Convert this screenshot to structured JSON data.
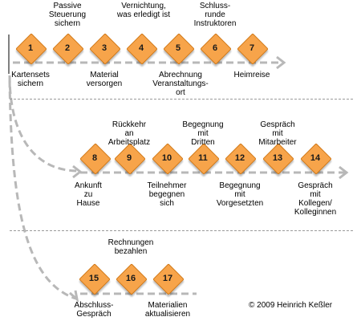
{
  "theme": {
    "diamond_fill": "#f7a44a",
    "diamond_edge": "#d17a1a",
    "arrow_color": "#b8b8b8"
  },
  "steps": [
    {
      "id": "1",
      "label": "Kartensets\nsichern"
    },
    {
      "id": "2",
      "label": "Passive\nSteuerung\nsichern"
    },
    {
      "id": "3",
      "label": "Material\nversorgen"
    },
    {
      "id": "4",
      "label": "Vernichtung,\nwas erledigt ist"
    },
    {
      "id": "5",
      "label": "Abrechnung\nVeranstaltungs-\nort"
    },
    {
      "id": "6",
      "label": "Schluss-\nrunde\nInstruktoren"
    },
    {
      "id": "7",
      "label": "Heimreise"
    },
    {
      "id": "8",
      "label": "Ankunft\nzu\nHause"
    },
    {
      "id": "9",
      "label": "Rückkehr\nan\nArbeitsplatz"
    },
    {
      "id": "10",
      "label": "Teilnehmer\nbegegnen\nsich"
    },
    {
      "id": "11",
      "label": "Begegnung\nmit\nDritten"
    },
    {
      "id": "12",
      "label": "Begegnung\nmit\nVorgesetzten"
    },
    {
      "id": "13",
      "label": "Gespräch\nmit\nMitarbeiter"
    },
    {
      "id": "14",
      "label": "Gespräch\nmit\nKollegen/\nKolleginnen"
    },
    {
      "id": "15",
      "label": "Abschluss-\nGespräch"
    },
    {
      "id": "16",
      "label": "Rechnungen\nbezahlen"
    },
    {
      "id": "17",
      "label": "Materialien\naktualisieren"
    }
  ],
  "copyright": "© 2009 Heinrich Keßler"
}
